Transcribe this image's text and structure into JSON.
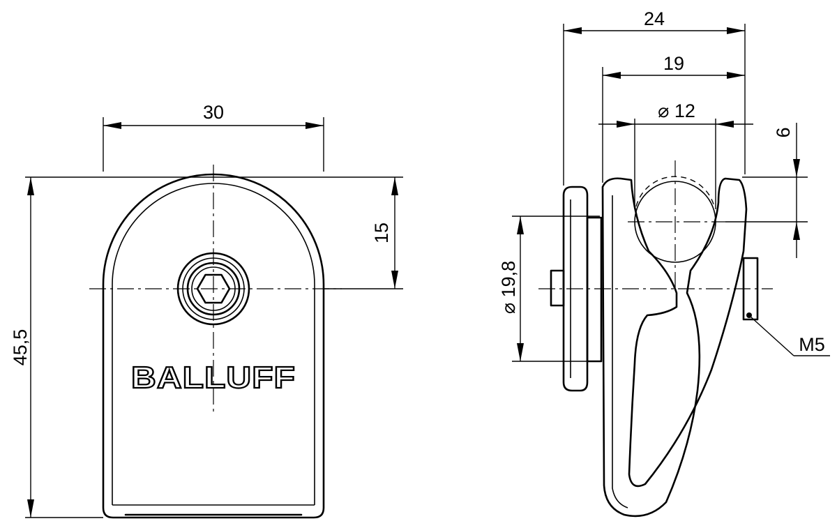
{
  "front_view": {
    "width_dim": "30",
    "height_dim": "45,5",
    "center_dim": "15",
    "logo": "BALLUFF"
  },
  "side_view": {
    "overall_dim": "24",
    "clamp_dim": "19",
    "bore_dim": "⌀ 12",
    "offset_dim": "6",
    "flange_dim": "⌀ 19,8",
    "thread_label": "M5"
  }
}
